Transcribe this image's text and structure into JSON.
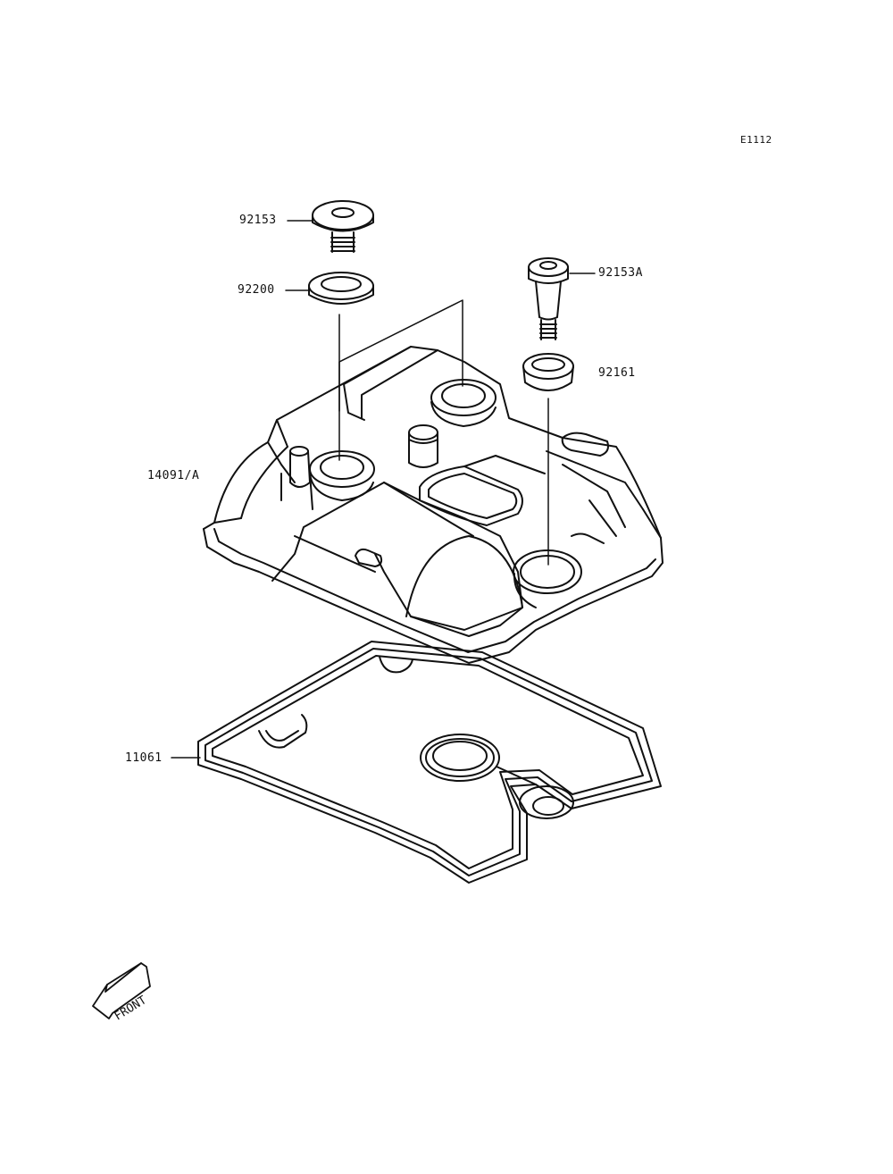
{
  "diagram_code": "E1112",
  "parts": {
    "bolt": "92153",
    "washer": "92200",
    "bolt_a": "92153A",
    "grommet": "92161",
    "cover": "14091/A",
    "gasket": "11061"
  },
  "front_marker": "FRONT",
  "colors": {
    "line": "#111111",
    "background": "#ffffff"
  }
}
